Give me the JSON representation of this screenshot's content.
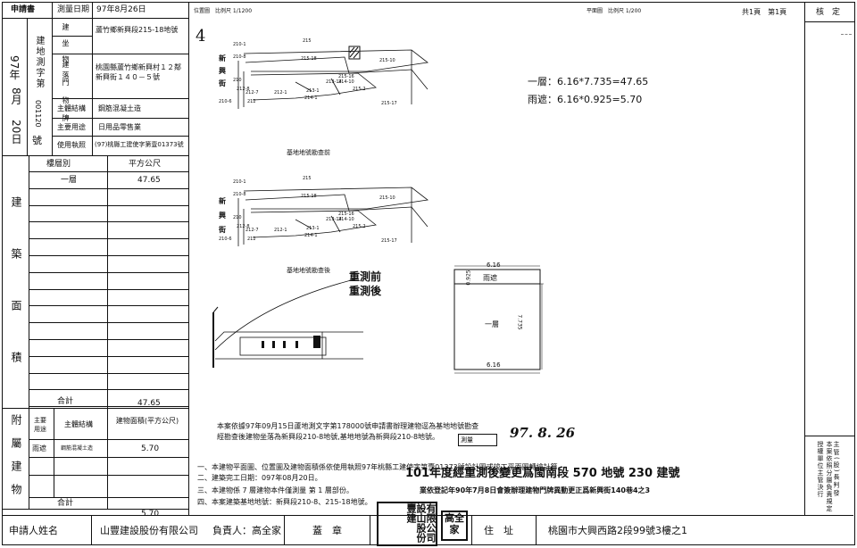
{
  "left_panel": {
    "applicant": "申請書",
    "survey_date_label": "測量日期",
    "survey_date": "97年8月26日",
    "permit_no_year": "97年",
    "permit_no_month": "8月",
    "permit_no_day": "20日",
    "permit_no_word": "建地測字第",
    "permit_no": "001120",
    "permit_no_suffix": "號",
    "location_label": "建坐物落",
    "location": "蘆竹鄉新興段215-18地號",
    "door_label": "建門物牌",
    "door": "桃園縣蘆竹鄉新興村１２鄰新興街１４０－５號",
    "structure_label": "主體結構",
    "structure": "鋼筋混凝土造",
    "main_use_label": "主要用途",
    "main_use": "日用品零售業",
    "license_label": "使用執照",
    "license": "(97)桃縣工建使字第壹01373號",
    "floor_header": "樓層別",
    "area_header": "平方公尺",
    "floor_rows": [
      {
        "floor": "一層",
        "area": "47.65"
      }
    ],
    "side_building_area": "建築面積",
    "total_label": "合計",
    "total_area": "47.65",
    "annex_side": "附屬建物",
    "annex_use_header": "主要用途",
    "annex_struct_header": "主體結構",
    "annex_area_header": "建物面積(平方公尺)",
    "annex_rows": [
      {
        "use": "雨遮",
        "structure": "鋼筋混凝土造",
        "area": "5.70"
      }
    ],
    "annex_total_label": "合計",
    "annex_total": "5.70"
  },
  "location_map": {
    "title": "位置圖　比例尺 1/1200",
    "north_label": "4",
    "street": [
      "新",
      "興",
      "街"
    ],
    "parcels_top": [
      "210-1",
      "215",
      "210-8",
      "215-18",
      "215-10",
      "215-16",
      "210",
      "212-8",
      "213-14",
      "214-10",
      "212-7",
      "212-1",
      "213-1",
      "215-2",
      "210-6",
      "212",
      "214-1",
      "215-17"
    ],
    "caption_before": "基地地號勘查前",
    "caption_after": "基地地號勘查後",
    "stamp_before": "重測前",
    "stamp_after": "重測後"
  },
  "plan": {
    "title": "平面圖　比例尺 1/200",
    "pages": "共1頁　第1頁",
    "calc_first_floor": "一層：6.16*7.735=47.65",
    "calc_canopy": "雨遮：6.16*0.925=5.70",
    "dim_top": "6.16",
    "dim_bottom": "6.16",
    "dim_side": "7.735",
    "dim_canopy": "0.925",
    "room_canopy": "雨遮",
    "room_floor": "一層"
  },
  "notes": {
    "remark_line1": "本案依據97年09月15日蘆地測文字第178000號申請書辦理建物逕為基地地號勘查",
    "remark_line2": "經勘查後建物坐落為新興段210-8地號,基地地號為新興段210-8地號。",
    "item1": "一、本建物平面圖、位置圖及建物面積係依使用執照97年桃縣工建使字第壹01373號設計圖或竣工平面圖轉繪計算。",
    "item2": "二、建築完工日期：097年08月20日。",
    "item3": "三、本建物係 7 層建物本件僅測量 第 1 層部份。",
    "item4": "四、本案建築基地地號：新興段210-8、215-18地號。",
    "stamp_date_label": "測量",
    "hand_date": "97. 8. 26",
    "big_stamp": "101年度經重測後變更爲閩南段 570 地號 230 建號",
    "small_stamp": "業依登記年90年7月8日會簽辦理建物門牌異動更正爲新興街140巷4之3"
  },
  "right_column": {
    "header": "核　定",
    "side_note": "本案依照分層負責規定授權單位主管決行",
    "vertical_right": "主管(股)長判發"
  },
  "bottom_bar": {
    "applicant_label": "申請人姓名",
    "company": "山豐建設股份有限公司",
    "manager": "負責人：高全家",
    "seal_label": "蓋　章",
    "seal_text": "有限公司設山股份豐建",
    "personal_seal": "高全家",
    "address_label": "住　址",
    "address": "桃園市大興西路2段99號3樓之1"
  }
}
